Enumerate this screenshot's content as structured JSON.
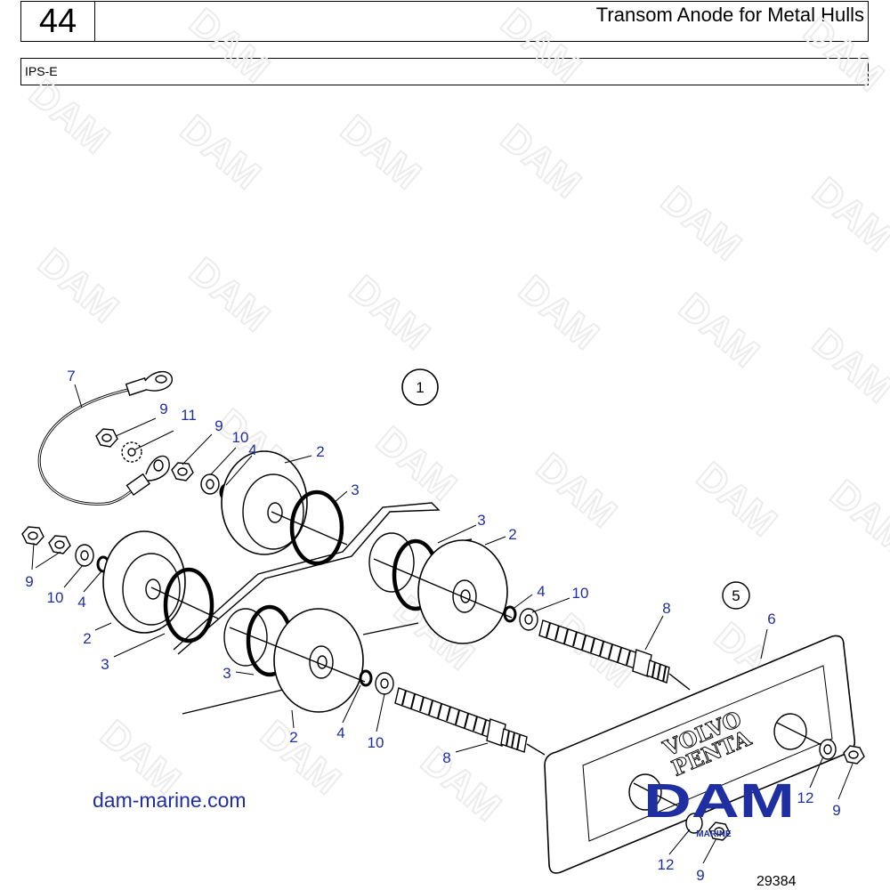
{
  "header": {
    "page_number": "44",
    "title": "Transom Anode for Metal Hulls",
    "model": "IPS-E"
  },
  "diagram": {
    "callouts": [
      {
        "id": "c7",
        "text": "7"
      },
      {
        "id": "c9a",
        "text": "9"
      },
      {
        "id": "c11",
        "text": "11"
      },
      {
        "id": "c9b",
        "text": "9"
      },
      {
        "id": "c10a",
        "text": "10"
      },
      {
        "id": "c4a",
        "text": "4"
      },
      {
        "id": "c2a",
        "text": "2"
      },
      {
        "id": "c3a",
        "text": "3"
      },
      {
        "id": "c3b",
        "text": "3"
      },
      {
        "id": "c2b",
        "text": "2"
      },
      {
        "id": "c9c",
        "text": "9"
      },
      {
        "id": "c10b",
        "text": "10"
      },
      {
        "id": "c4b",
        "text": "4"
      },
      {
        "id": "c2c",
        "text": "2"
      },
      {
        "id": "c3c",
        "text": "3"
      },
      {
        "id": "c4c",
        "text": "4"
      },
      {
        "id": "c10c",
        "text": "10"
      },
      {
        "id": "c8a",
        "text": "8"
      },
      {
        "id": "c3d",
        "text": "3"
      },
      {
        "id": "c2d",
        "text": "2"
      },
      {
        "id": "c4d",
        "text": "4"
      },
      {
        "id": "c10d",
        "text": "10"
      },
      {
        "id": "c8b",
        "text": "8"
      },
      {
        "id": "c6",
        "text": "6"
      },
      {
        "id": "c12a",
        "text": "12"
      },
      {
        "id": "c9d",
        "text": "9"
      },
      {
        "id": "c12b",
        "text": "12"
      },
      {
        "id": "c9e",
        "text": "9"
      }
    ],
    "circled": [
      {
        "id": "k1",
        "text": "1"
      },
      {
        "id": "k5",
        "text": "5"
      }
    ],
    "anode_text": [
      "VOLVO",
      "PENTA"
    ]
  },
  "watermark": "DAM",
  "logo": {
    "main": "DAM",
    "sub": "MARINE"
  },
  "footer": {
    "website": "dam-marine.com",
    "figure_id": "29384"
  },
  "colors": {
    "callout": "#1f2ea0",
    "logo": "#1f2ea0",
    "line": "#000000"
  }
}
